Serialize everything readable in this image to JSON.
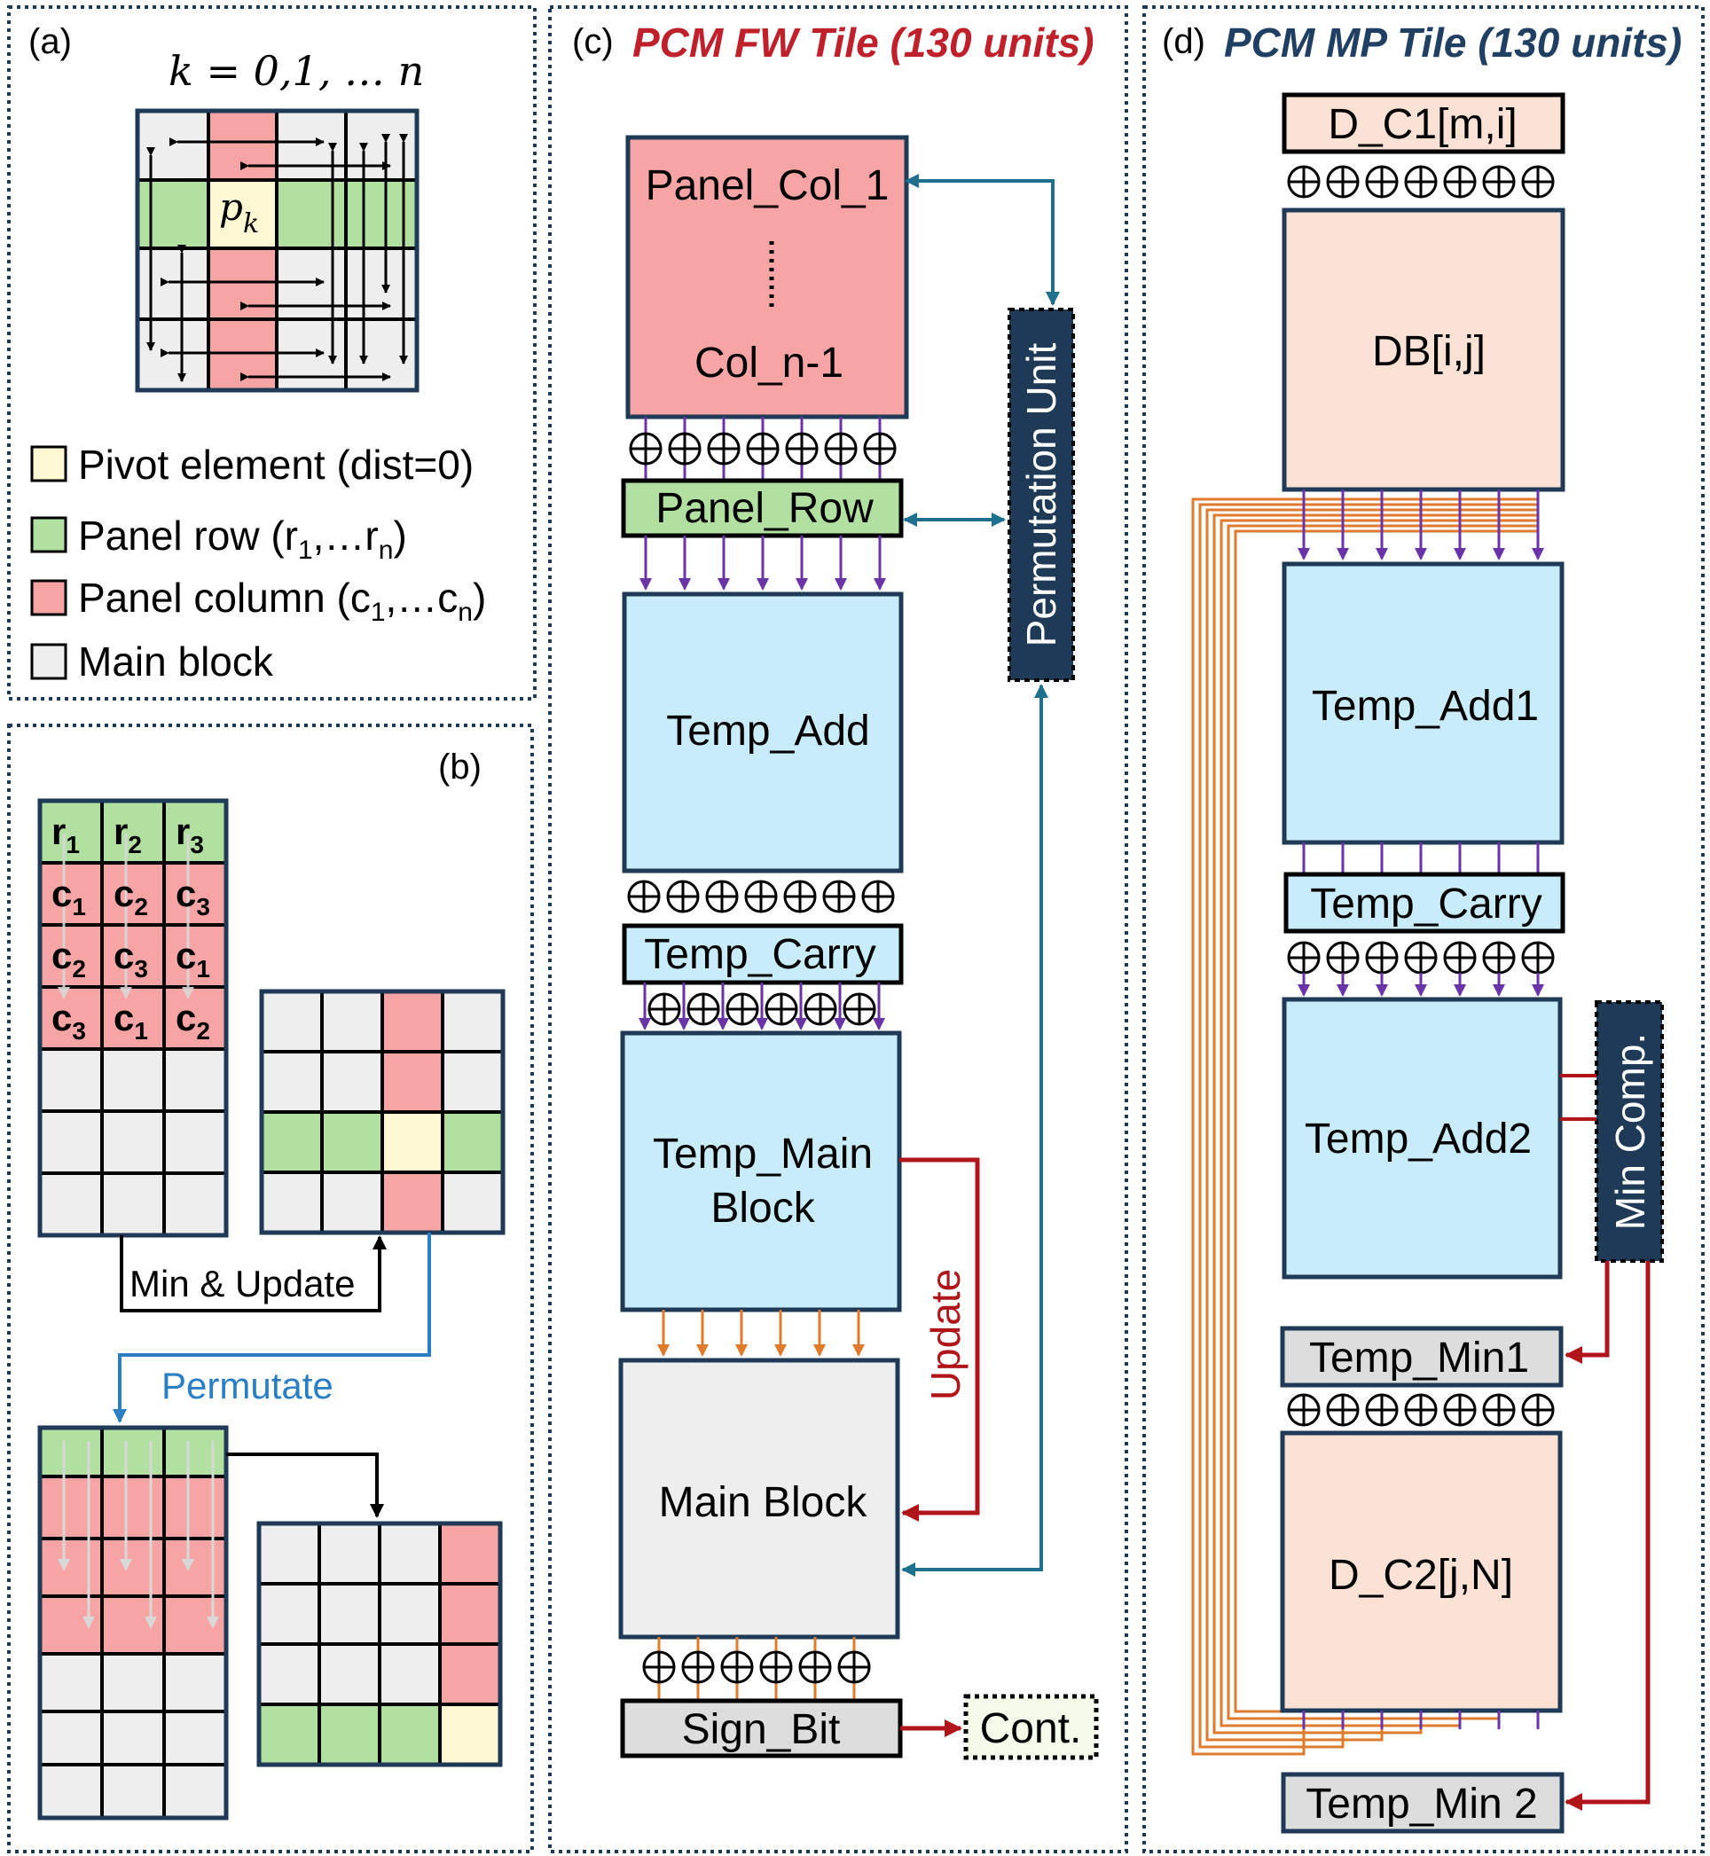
{
  "panel_a": {
    "label": "(a)",
    "k_expr": "k = 0,1, … n",
    "pivot_symbol": "p",
    "pivot_sub": "k",
    "legend": [
      {
        "text": "Pivot element (dist=0)",
        "color": "#fff8d2"
      },
      {
        "text": "Panel row (r",
        "sub1": "1",
        "mid": ",…r",
        "sub2": "n",
        "end": ")",
        "color": "#b2e0a0"
      },
      {
        "text": "Panel column (c",
        "sub1": "1",
        "mid": ",…c",
        "sub2": "n",
        "end": ")",
        "color": "#f4a0a0"
      },
      {
        "text": "Main block",
        "color": "#eeeeee"
      }
    ]
  },
  "panel_b": {
    "label": "(b)",
    "header_cells": [
      {
        "l": "r",
        "s": "1"
      },
      {
        "l": "r",
        "s": "2"
      },
      {
        "l": "r",
        "s": "3"
      }
    ],
    "col_rows": [
      [
        {
          "l": "c",
          "s": "1"
        },
        {
          "l": "c",
          "s": "2"
        },
        {
          "l": "c",
          "s": "3"
        }
      ],
      [
        {
          "l": "c",
          "s": "2"
        },
        {
          "l": "c",
          "s": "3"
        },
        {
          "l": "c",
          "s": "1"
        }
      ],
      [
        {
          "l": "c",
          "s": "3"
        },
        {
          "l": "c",
          "s": "1"
        },
        {
          "l": "c",
          "s": "2"
        }
      ]
    ],
    "min_update": "Min & Update",
    "permutate": "Permutate"
  },
  "panel_c": {
    "label": "(c)",
    "title": "PCM FW Tile (130 units)",
    "title_color": "#c0202a",
    "panel_col_top": "Panel_Col_1",
    "panel_col_bottom": "Col_n-1",
    "panel_row": "Panel_Row",
    "temp_add": "Temp_Add",
    "temp_carry": "Temp_Carry",
    "temp_main_1": "Temp_Main",
    "temp_main_2": "Block",
    "main_block": "Main Block",
    "sign_bit": "Sign_Bit",
    "cont": "Cont.",
    "update": "Update",
    "permutation_unit": "Permutation Unit"
  },
  "panel_d": {
    "label": "(d)",
    "title": "PCM MP Tile (130 units)",
    "title_color": "#1f3f63",
    "dc1": "D_C1[m,i]",
    "db": "DB[i,j]",
    "temp_add1": "Temp_Add1",
    "temp_carry": "Temp_Carry",
    "temp_add2": "Temp_Add2",
    "min_comp": "Min Comp.",
    "temp_min1": "Temp_Min1",
    "dc2": "D_C2[j,N]",
    "temp_min2": "Temp_Min 2"
  },
  "colors": {
    "red_fill": "#f7a4a4",
    "green_fill": "#b2e0a0",
    "blue_fill": "#c8ecfa",
    "peach_fill": "#fbe2d4",
    "gray_fill": "#eeeeee",
    "dark_navy": "#1f3a56",
    "purple": "#6a33a8",
    "orange": "#e07a2c",
    "teal": "#1f6f8f",
    "dark_red": "#b0151a"
  }
}
